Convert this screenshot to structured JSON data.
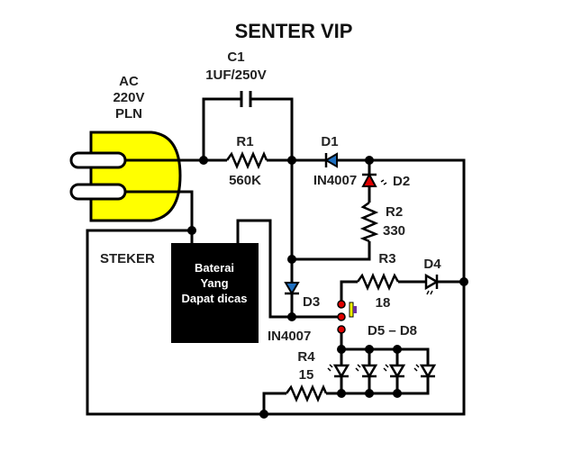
{
  "title": "SENTER VIP",
  "source": {
    "lines": [
      "AC",
      "220V",
      "PLN"
    ],
    "plug_label": "STEKER",
    "plug_color": "#FFFF00"
  },
  "battery": {
    "lines": [
      "Baterai",
      "Yang",
      "Dapat dicas"
    ],
    "color": "#000000"
  },
  "components": {
    "c1": {
      "name": "C1",
      "value": "1UF/250V"
    },
    "r1": {
      "name": "R1",
      "value": "560K"
    },
    "d1": {
      "name": "D1",
      "value": "IN4007",
      "color": "#1E6FC0"
    },
    "d2": {
      "name": "D2",
      "color": "#E00000"
    },
    "r2": {
      "name": "R2",
      "value": "330"
    },
    "r3": {
      "name": "R3",
      "value": "18"
    },
    "d3": {
      "name": "D3",
      "value": "IN4007",
      "color": "#1E6FC0"
    },
    "d4": {
      "name": "D4"
    },
    "leds": {
      "name": "D5 – D8"
    },
    "r4": {
      "name": "R4",
      "value": "15"
    },
    "switch": {
      "contact_color": "#E00000",
      "lever_color": "#FFFF00",
      "knob_color": "#6B2FA0"
    }
  }
}
